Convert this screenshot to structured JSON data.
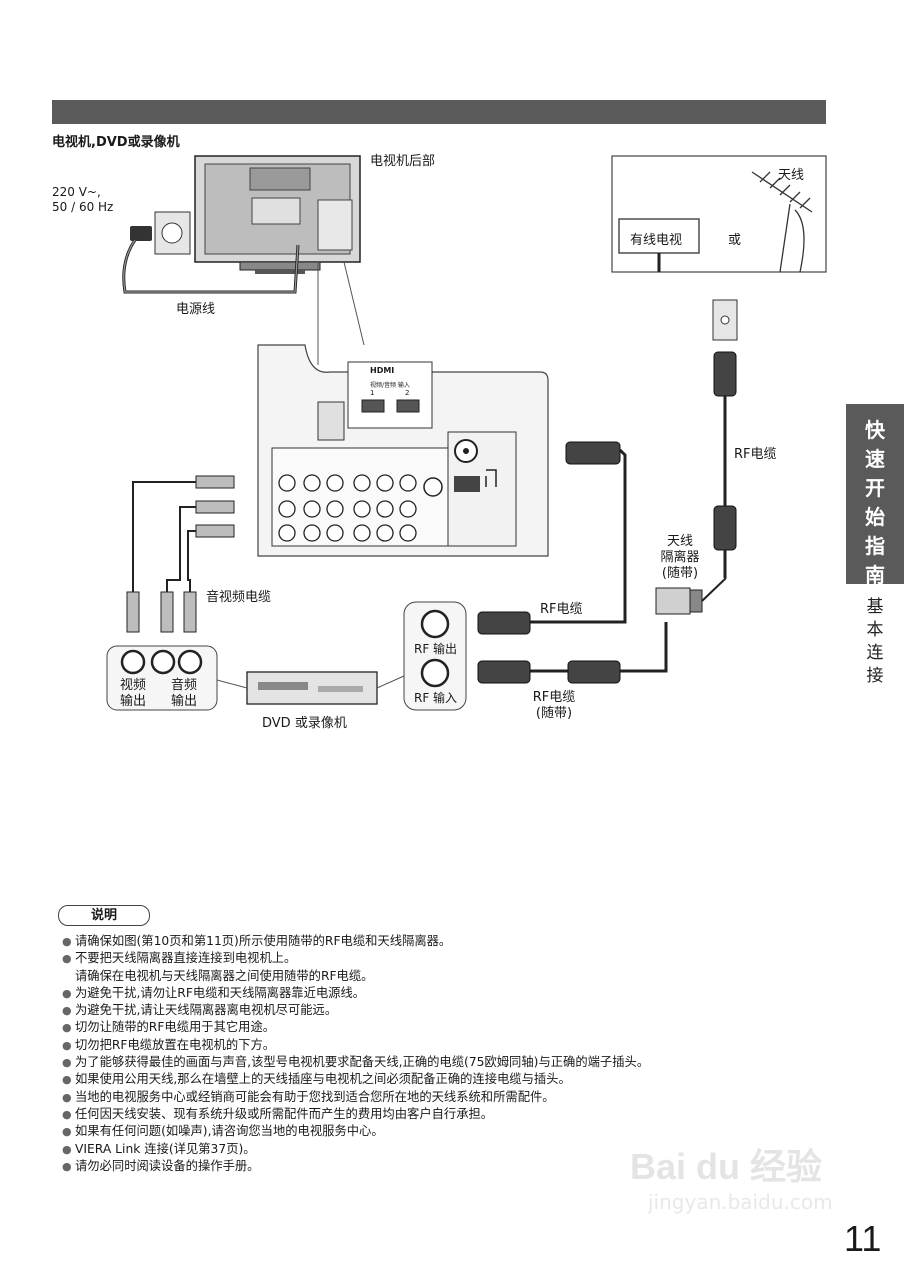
{
  "page": {
    "section_title": "电视机,DVD或录像机",
    "side_tab": [
      "快",
      "速",
      "开",
      "始",
      "指",
      "南"
    ],
    "side_sub": [
      "基",
      "本",
      "连",
      "接"
    ],
    "page_number": "11"
  },
  "diagram": {
    "tv_back_label": "电视机后部",
    "voltage_line1": "220 V~,",
    "voltage_line2": "50 / 60 Hz",
    "power_cord_label": "电源线",
    "antenna_label": "天线",
    "cable_tv_label": "有线电视",
    "or_label": "或",
    "rf_cable_label_top": "RF电缆",
    "rf_cable_label_mid": "RF电缆",
    "rf_cable_label_bottom": "RF电缆",
    "rf_cable_bottom_sub": "(随带)",
    "isolator_line1": "天线",
    "isolator_line2": "隔离器",
    "isolator_line3": "(随带)",
    "av_cable_label": "音视频电缆",
    "video_out_1": "视频",
    "video_out_2": "输出",
    "audio_out_1": "音频",
    "audio_out_2": "输出",
    "rf_out_label": "RF 输出",
    "rf_in_label": "RF 输入",
    "dvd_label": "DVD 或录像机",
    "hdmi_logo": "HDMI",
    "hdmi_input": "视频/音频 输入",
    "hdmi_port_1": "1",
    "hdmi_port_2": "2"
  },
  "notes": {
    "badge": "说明",
    "items": [
      {
        "text": "请确保如图(第10页和第11页)所示使用随带的RF电缆和天线隔离器。",
        "bullet": true
      },
      {
        "text": "不要把天线隔离器直接连接到电视机上。",
        "bullet": true
      },
      {
        "text": "请确保在电视机与天线隔离器之间使用随带的RF电缆。",
        "bullet": false
      },
      {
        "text": "为避免干扰,请勿让RF电缆和天线隔离器靠近电源线。",
        "bullet": true
      },
      {
        "text": "为避免干扰,请让天线隔离器离电视机尽可能远。",
        "bullet": true
      },
      {
        "text": "切勿让随带的RF电缆用于其它用途。",
        "bullet": true
      },
      {
        "text": "切勿把RF电缆放置在电视机的下方。",
        "bullet": true
      },
      {
        "text": "为了能够获得最佳的画面与声音,该型号电视机要求配备天线,正确的电缆(75欧姆同轴)与正确的端子插头。",
        "bullet": true
      },
      {
        "text": "如果使用公用天线,那么在墙壁上的天线插座与电视机之间必须配备正确的连接电缆与插头。",
        "bullet": true
      },
      {
        "text": "当地的电视服务中心或经销商可能会有助于您找到适合您所在地的天线系统和所需配件。",
        "bullet": true
      },
      {
        "text": "任何因天线安装、现有系统升级或所需配件而产生的费用均由客户自行承担。",
        "bullet": true
      },
      {
        "text": "如果有任何问题(如噪声),请咨询您当地的电视服务中心。",
        "bullet": true
      },
      {
        "text": "VIERA Link 连接(详见第37页)。",
        "bullet": true
      },
      {
        "text": "请勿必同时阅读设备的操作手册。",
        "bullet": true
      }
    ]
  },
  "watermark": {
    "logo": "Bai du 经验",
    "url": "jingyan.baidu.com"
  }
}
